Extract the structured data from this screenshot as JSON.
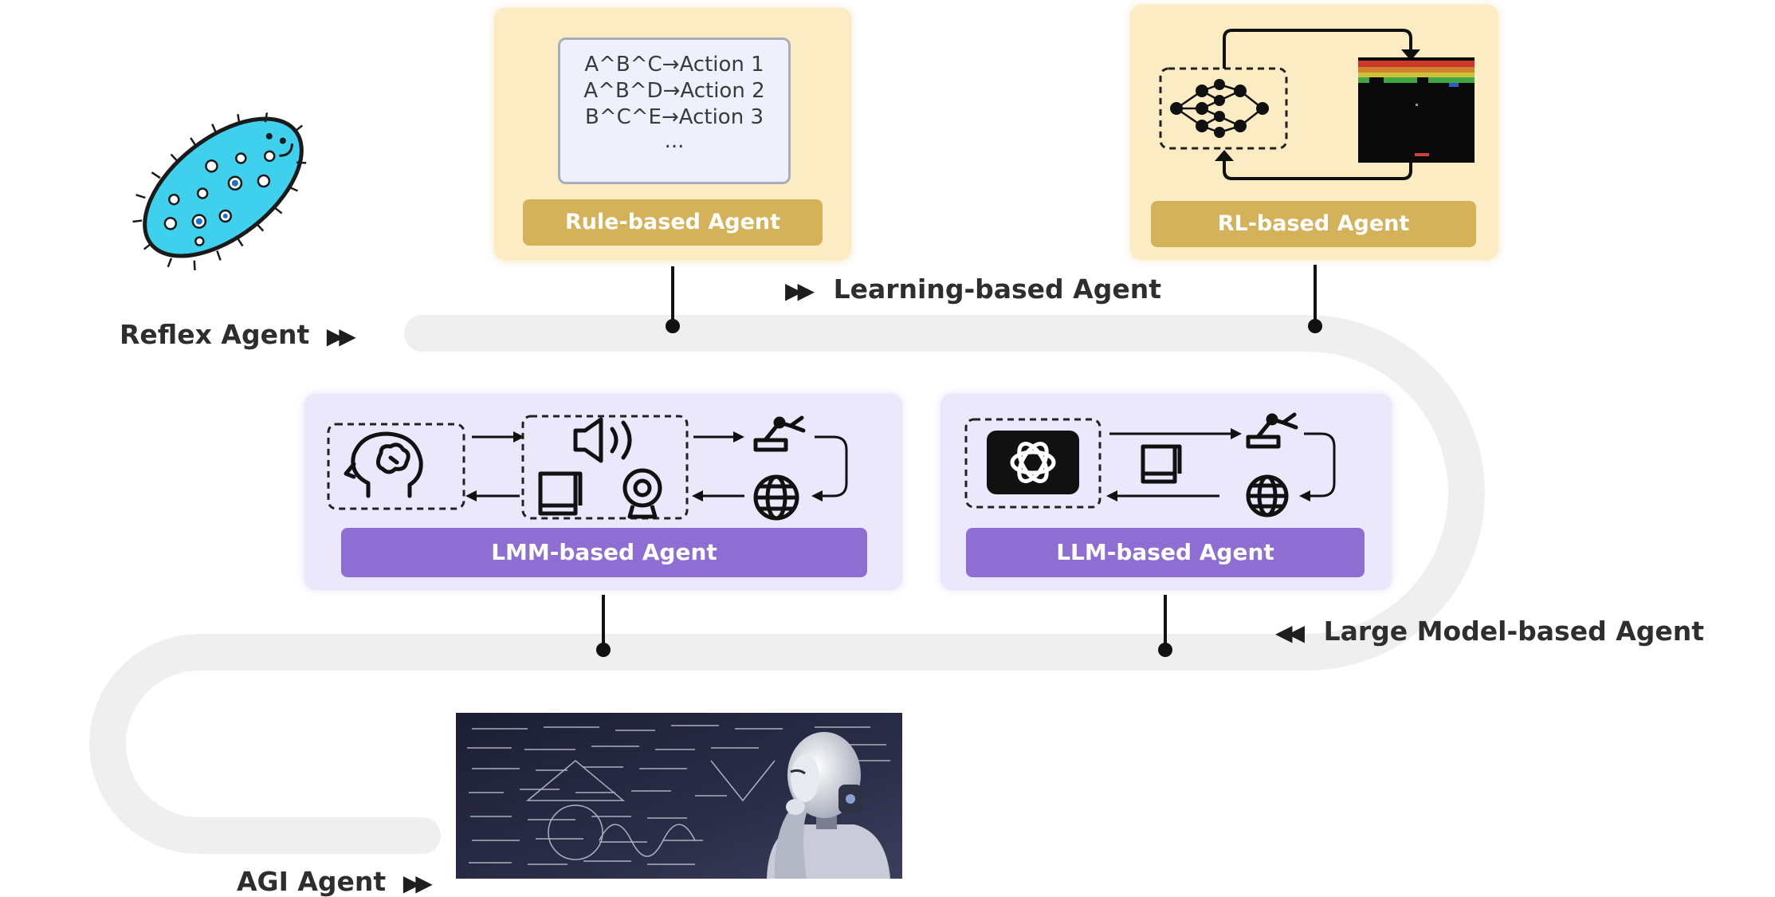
{
  "stages": {
    "reflex": "Reflex Agent",
    "learning": "Learning-based Agent",
    "large_model": "Large Model-based Agent",
    "agi": "AGI Agent"
  },
  "cards": {
    "rule_based": {
      "label": "Rule-based Agent",
      "rules": [
        "A^B^C→Action 1",
        "A^B^D→Action 2",
        "B^C^E→Action 3",
        "..."
      ]
    },
    "rl_based": {
      "label": "RL-based Agent"
    },
    "lmm_based": {
      "label": "LMM-based Agent"
    },
    "llm_based": {
      "label": "LLM-based Agent"
    }
  },
  "colors": {
    "track": "#efefef",
    "yellow_card": "#fcecc4",
    "gold_button": "#d4b25a",
    "purple_card": "#ece8fb",
    "purple_button": "#8f6ed4"
  }
}
